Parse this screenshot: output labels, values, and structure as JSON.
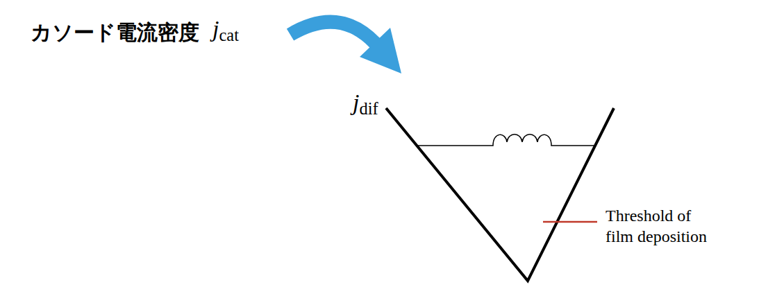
{
  "diagram": {
    "labels": [
      "カソード電流密度",
      "jcat",
      "jdif",
      "Threshold of film deposition"
    ]
  }
}
